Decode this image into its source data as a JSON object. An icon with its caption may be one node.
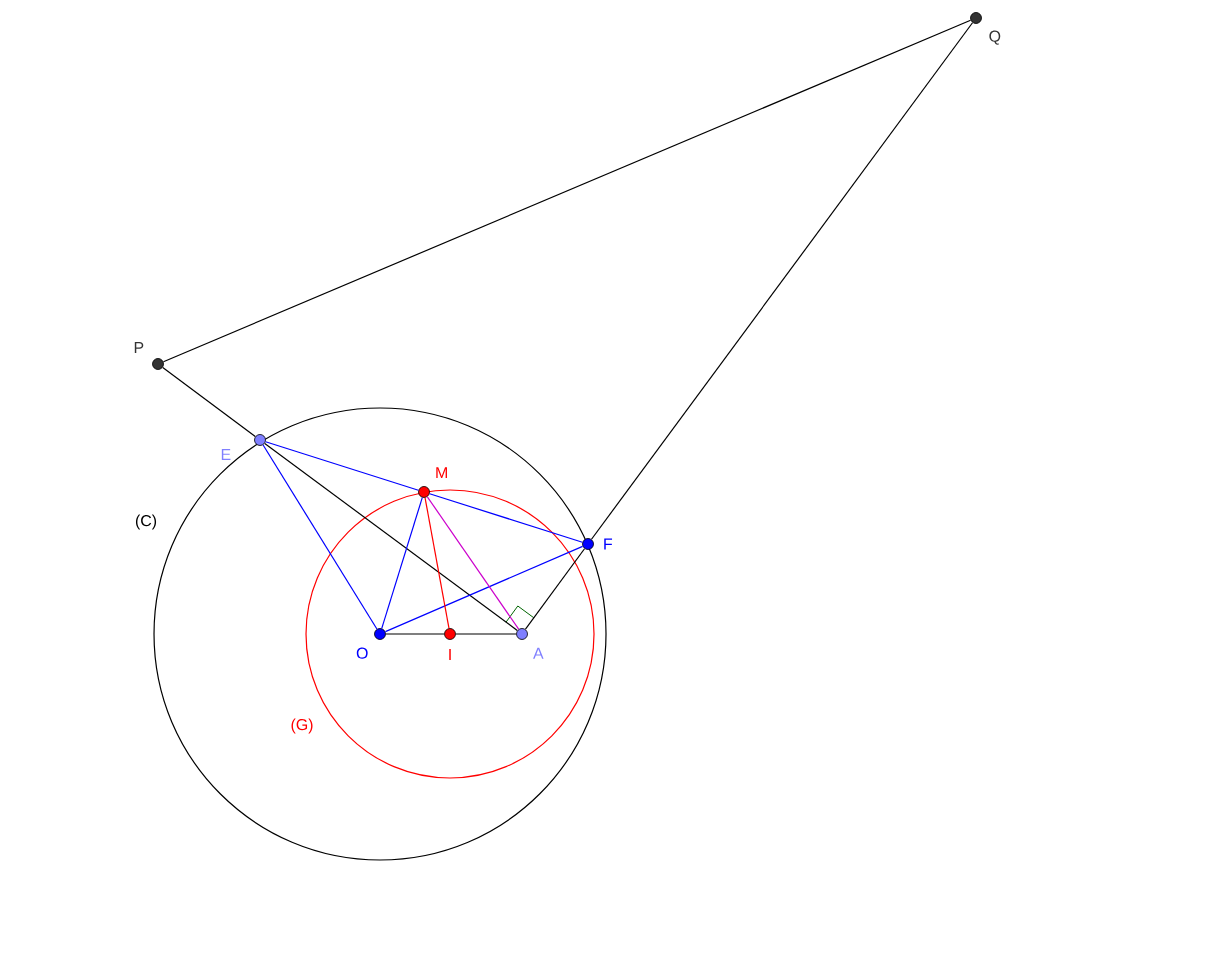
{
  "diagram": {
    "nodes": [
      {
        "text": [
          "P"
        ]
      },
      {
        "text": [
          "Q"
        ]
      },
      {
        "text": [
          "E"
        ]
      },
      {
        "text": [
          "F"
        ]
      },
      {
        "text": [
          "M"
        ]
      },
      {
        "text": [
          "O"
        ]
      },
      {
        "text": [
          "I"
        ]
      },
      {
        "text": [
          "A"
        ]
      }
    ],
    "edges": [
      {
        "from": 0,
        "to": 1,
        "arrow": "none"
      },
      {
        "from": 0,
        "to": 2,
        "arrow": "none"
      },
      {
        "from": 2,
        "to": 7,
        "arrow": "none"
      },
      {
        "from": 1,
        "to": 3,
        "arrow": "none"
      },
      {
        "from": 3,
        "to": 7,
        "arrow": "none"
      },
      {
        "from": 5,
        "to": 6,
        "arrow": "none"
      },
      {
        "from": 6,
        "to": 7,
        "arrow": "none"
      },
      {
        "from": 2,
        "to": 4,
        "arrow": "none",
        "color": "#0000ff"
      },
      {
        "from": 4,
        "to": 3,
        "arrow": "none",
        "color": "#0000ff"
      },
      {
        "from": 2,
        "to": 5,
        "arrow": "none",
        "color": "#0000ff"
      },
      {
        "from": 5,
        "to": 4,
        "arrow": "none",
        "color": "#0000ff"
      },
      {
        "from": 5,
        "to": 3,
        "arrow": "none",
        "color": "#0000ff"
      },
      {
        "from": 4,
        "to": 6,
        "arrow": "none",
        "color": "#ff0000"
      },
      {
        "from": 4,
        "to": 7,
        "arrow": "none",
        "color": "#cc00cc"
      }
    ],
    "labels": [
      "(C)",
      "(G)"
    ]
  }
}
